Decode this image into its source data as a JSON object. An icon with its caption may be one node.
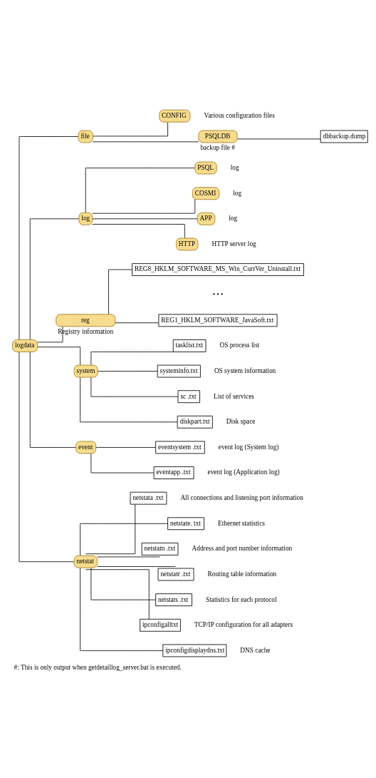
{
  "diagram": {
    "caption": "#: This is only output when getdetaillog_server.bat is executed.",
    "nodes": [
      {
        "text": [
          "logdata"
        ]
      },
      {
        "text": [
          "file"
        ]
      },
      {
        "text": [
          "CONFIG"
        ],
        "beside": [
          "Various configuration files"
        ]
      },
      {
        "text": [
          "PSQLDB"
        ],
        "beside": [
          "backup file #"
        ]
      },
      {
        "text": [
          "dbbackup.dump"
        ]
      },
      {
        "text": [
          "log"
        ]
      },
      {
        "text": [
          "PSQL"
        ],
        "beside": [
          "log"
        ]
      },
      {
        "text": [
          "COSMI"
        ],
        "beside": [
          "log"
        ]
      },
      {
        "text": [
          "APP"
        ],
        "beside": [
          "log"
        ]
      },
      {
        "text": [
          "HTTP"
        ],
        "beside": [
          "HTTP server log"
        ]
      },
      {
        "text": [
          "reg"
        ],
        "beside": [
          "Registry information"
        ]
      },
      {
        "text": [
          "REG8_HKLM_SOFTWARE_MS_Win_CurrVer_Uninstall.txt"
        ]
      },
      {
        "text": [
          "REG1_HKLM_SOFTWARE_JavaSoft.txt"
        ]
      },
      {
        "text": [
          "system"
        ]
      },
      {
        "text": [
          "tasklist.txt"
        ],
        "beside": [
          "OS process list"
        ]
      },
      {
        "text": [
          "systeminfo.txt"
        ],
        "beside": [
          "OS system information"
        ]
      },
      {
        "text": [
          "sc .txt"
        ],
        "beside": [
          "List of services"
        ]
      },
      {
        "text": [
          "diskpart.txt"
        ],
        "beside": [
          "Disk space"
        ]
      },
      {
        "text": [
          "event"
        ]
      },
      {
        "text": [
          "eventsystem .txt"
        ],
        "beside": [
          "event log (System log)"
        ]
      },
      {
        "text": [
          "eventapp .txt"
        ],
        "beside": [
          "event log (Application log)"
        ]
      },
      {
        "text": [
          "netstat"
        ]
      },
      {
        "text": [
          "netstata .txt"
        ],
        "beside": [
          "All connections and listening port information"
        ]
      },
      {
        "text": [
          "netstate. txt"
        ],
        "beside": [
          "Ethernet statistics"
        ]
      },
      {
        "text": [
          "netstatn .txt"
        ],
        "beside": [
          "Address and port number information"
        ]
      },
      {
        "text": [
          "netstatr .txt"
        ],
        "beside": [
          "Routing table information"
        ]
      },
      {
        "text": [
          "netstats .txt"
        ],
        "beside": [
          "Statistics for each protocol"
        ]
      },
      {
        "text": [
          "ipconfigalltxt"
        ],
        "beside": [
          "TCP/IP configuration for all adapters"
        ]
      },
      {
        "text": [
          "ipconfigdisplaydns.txt"
        ],
        "beside": [
          "DNS cache"
        ]
      }
    ],
    "edges": [
      {
        "from": 0,
        "to": 1,
        "arrow": "none"
      },
      {
        "from": 1,
        "to": 2,
        "arrow": "none"
      },
      {
        "from": 1,
        "to": 3,
        "arrow": "none"
      },
      {
        "from": 3,
        "to": 4,
        "arrow": "none"
      },
      {
        "from": 0,
        "to": 5,
        "arrow": "none"
      },
      {
        "from": 5,
        "to": 6,
        "arrow": "none"
      },
      {
        "from": 5,
        "to": 7,
        "arrow": "none"
      },
      {
        "from": 5,
        "to": 8,
        "arrow": "none"
      },
      {
        "from": 5,
        "to": 9,
        "arrow": "none"
      },
      {
        "from": 0,
        "to": 10,
        "arrow": "none"
      },
      {
        "from": 10,
        "to": 11,
        "arrow": "none"
      },
      {
        "from": 10,
        "to": 12,
        "arrow": "none"
      },
      {
        "from": 0,
        "to": 13,
        "arrow": "none"
      },
      {
        "from": 13,
        "to": 14,
        "arrow": "none"
      },
      {
        "from": 13,
        "to": 15,
        "arrow": "none"
      },
      {
        "from": 13,
        "to": 16,
        "arrow": "none"
      },
      {
        "from": 13,
        "to": 17,
        "arrow": "none"
      },
      {
        "from": 0,
        "to": 18,
        "arrow": "none"
      },
      {
        "from": 18,
        "to": 19,
        "arrow": "none"
      },
      {
        "from": 18,
        "to": 20,
        "arrow": "none"
      },
      {
        "from": 0,
        "to": 21,
        "arrow": "none"
      },
      {
        "from": 21,
        "to": 22,
        "arrow": "none"
      },
      {
        "from": 21,
        "to": 23,
        "arrow": "none"
      },
      {
        "from": 21,
        "to": 24,
        "arrow": "none"
      },
      {
        "from": 21,
        "to": 25,
        "arrow": "none"
      },
      {
        "from": 21,
        "to": 26,
        "arrow": "none"
      },
      {
        "from": 21,
        "to": 27,
        "arrow": "none"
      },
      {
        "from": 21,
        "to": 28,
        "arrow": "none"
      }
    ],
    "labels": [
      "• • •"
    ]
  }
}
